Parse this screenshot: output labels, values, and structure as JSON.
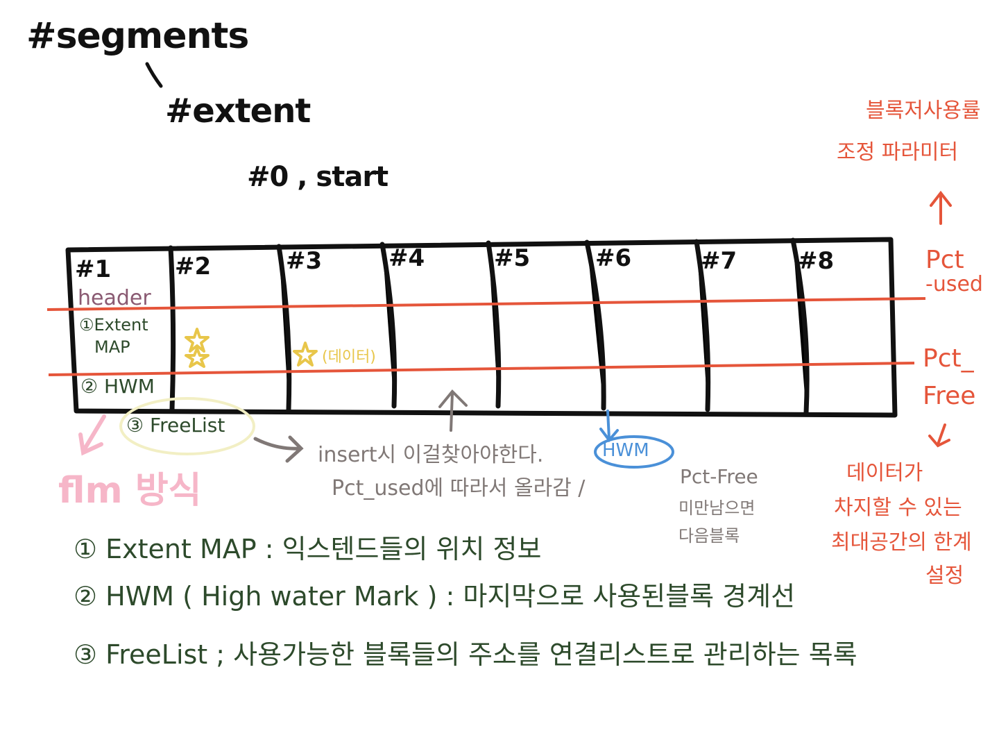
{
  "titles": {
    "segments": "#segments",
    "extent": "#extent",
    "start": "#0 , start"
  },
  "blocks": [
    "#1",
    "#2",
    "#3",
    "#4",
    "#5",
    "#6",
    "#7",
    "#8"
  ],
  "block1": {
    "header": "header",
    "extent_map_line1": "①Extent",
    "extent_map_line2": "MAP",
    "hwm": "② HWM"
  },
  "freelist_label": "③ FreeList",
  "flm_label": "flm 방식",
  "star_note": "(데이터)",
  "notes": {
    "insert_line": "insert시  이걸찾아야한다.",
    "hwm_bubble": "HWM",
    "pct_used_line": "Pct_used에 따라서 올라감 /",
    "pct_free_line1": "Pct-Free",
    "pct_free_line2": "미만남으면",
    "pct_free_line3": "다음블록"
  },
  "right": {
    "top_line1": "블록저사용률",
    "top_line2": "조정 파라미터",
    "pct_used_1": "Pct",
    "pct_used_2": "-used",
    "pct_free_1": "Pct_",
    "pct_free_2": "Free",
    "bottom_line1": "데이터가",
    "bottom_line2": "차지할 수 있는",
    "bottom_line3": "최대공간의 한계",
    "bottom_line4": "설정"
  },
  "legend": {
    "item1": "① Extent MAP : 익스텐드들의 위치 정보",
    "item2": "②  HWM ( High water Mark ) : 마지막으로 사용된블록 경계선",
    "item3": "③  FreeList ; 사용가능한 블록들의 주소를 연결리스트로 관리하는 목록"
  },
  "colors": {
    "ink": "#111111",
    "red": "#e5553a",
    "green": "#2d4a2b",
    "gray": "#807876",
    "blue": "#4a90d8",
    "pink": "#f6b6c8",
    "yellow": "#e8c64a"
  }
}
